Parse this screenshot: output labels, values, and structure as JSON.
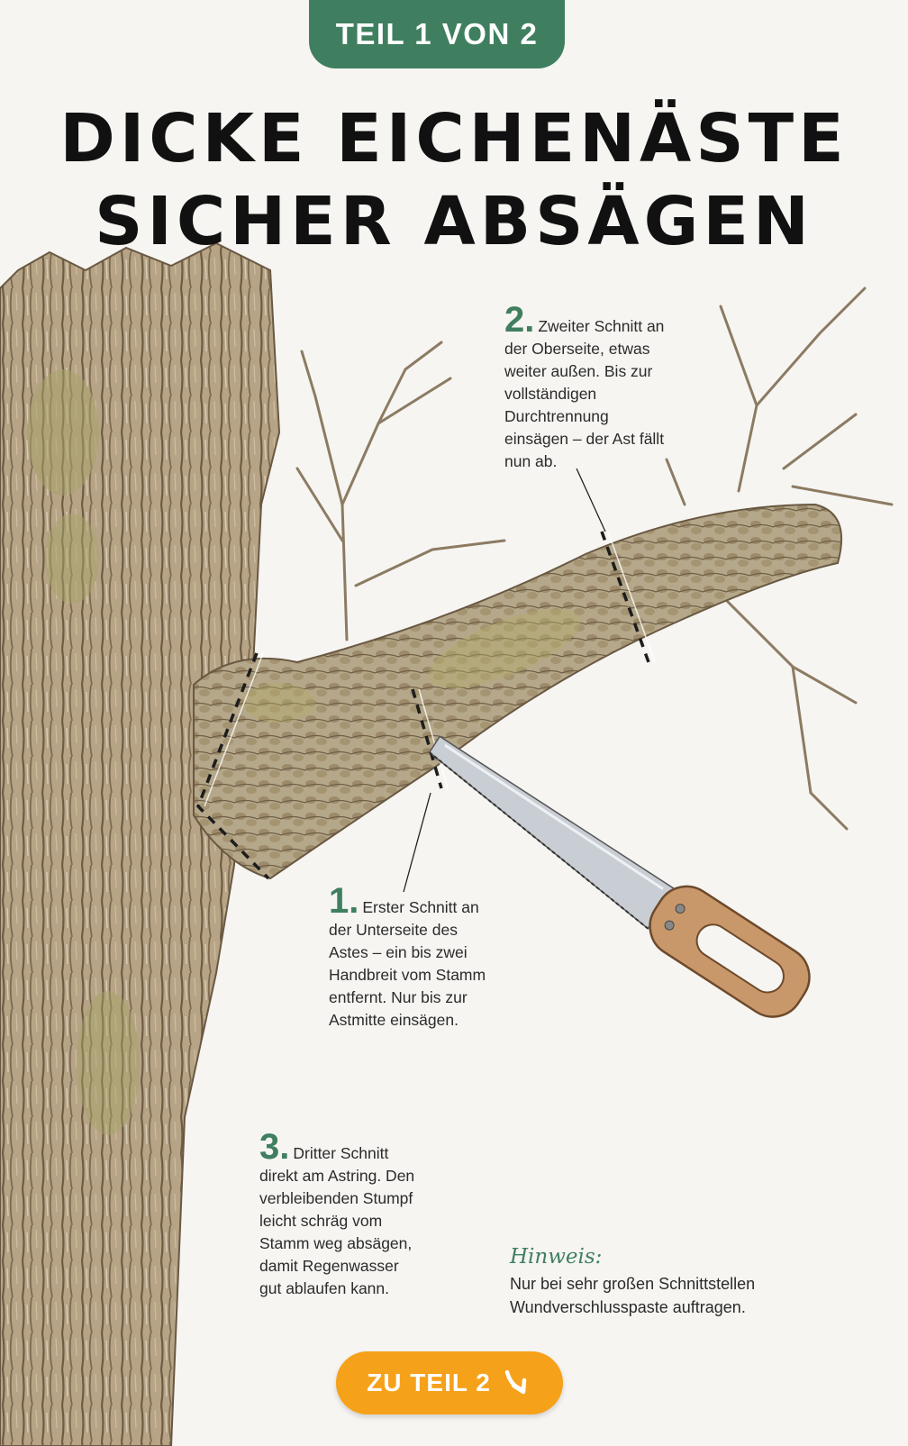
{
  "header": {
    "badge": "TEIL 1 VON 2"
  },
  "title": {
    "line1": "DICKE EICHENÄSTE",
    "line2": "SICHER ABSÄGEN"
  },
  "steps": [
    {
      "number": "1.",
      "text": "Erster Schnitt an der Unterseite des Astes – ein bis zwei Handbreit vom Stamm entfernt. Nur bis zur Astmitte einsägen."
    },
    {
      "number": "2.",
      "text": "Zweiter Schnitt an der Oberseite, etwas weiter außen. Bis zur vollständigen Durchtrennung einsägen – der Ast fällt nun ab."
    },
    {
      "number": "3.",
      "text": "Dritter Schnitt direkt am Astring. Den verbleibenden Stumpf leicht schräg vom Stamm weg absägen, damit Regenwasser gut ablaufen kann."
    }
  ],
  "hint": {
    "label": "Hinweis:",
    "text": "Nur bei sehr großen Schnittstellen Wundverschlusspaste auftragen."
  },
  "cta": {
    "label": "ZU TEIL 2",
    "icon": "arrow-down-right-icon"
  },
  "colors": {
    "accent_green": "#3f7f5f",
    "accent_orange": "#f6a11a"
  }
}
